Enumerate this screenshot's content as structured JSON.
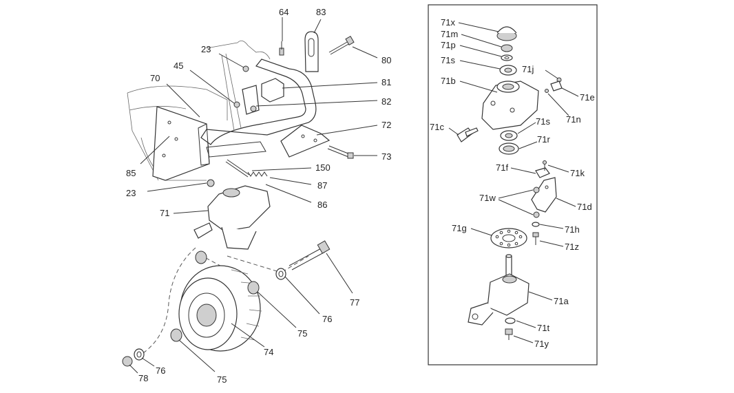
{
  "callouts_main": {
    "c64": "64",
    "c83": "83",
    "c23a": "23",
    "c80": "80",
    "c45": "45",
    "c70": "70",
    "c81": "81",
    "c82": "82",
    "c72": "72",
    "c85": "85",
    "c73": "73",
    "c150": "150",
    "c23b": "23",
    "c87": "87",
    "c86": "86",
    "c71": "71",
    "c77": "77",
    "c76a": "76",
    "c75a": "75",
    "c74": "74",
    "c78": "78",
    "c76b": "76",
    "c75b": "75"
  },
  "callouts_detail": {
    "c71x": "71x",
    "c71m": "71m",
    "c71p": "71p",
    "c71s_top": "71s",
    "c71j": "71j",
    "c71b": "71b",
    "c71e": "71e",
    "c71n": "71n",
    "c71c": "71c",
    "c71s_mid": "71s",
    "c71r": "71r",
    "c71f": "71f",
    "c71k": "71k",
    "c71w": "71w",
    "c71d": "71d",
    "c71h": "71h",
    "c71g": "71g",
    "c71z": "71z",
    "c71a": "71a",
    "c71t": "71t",
    "c71y": "71y"
  }
}
